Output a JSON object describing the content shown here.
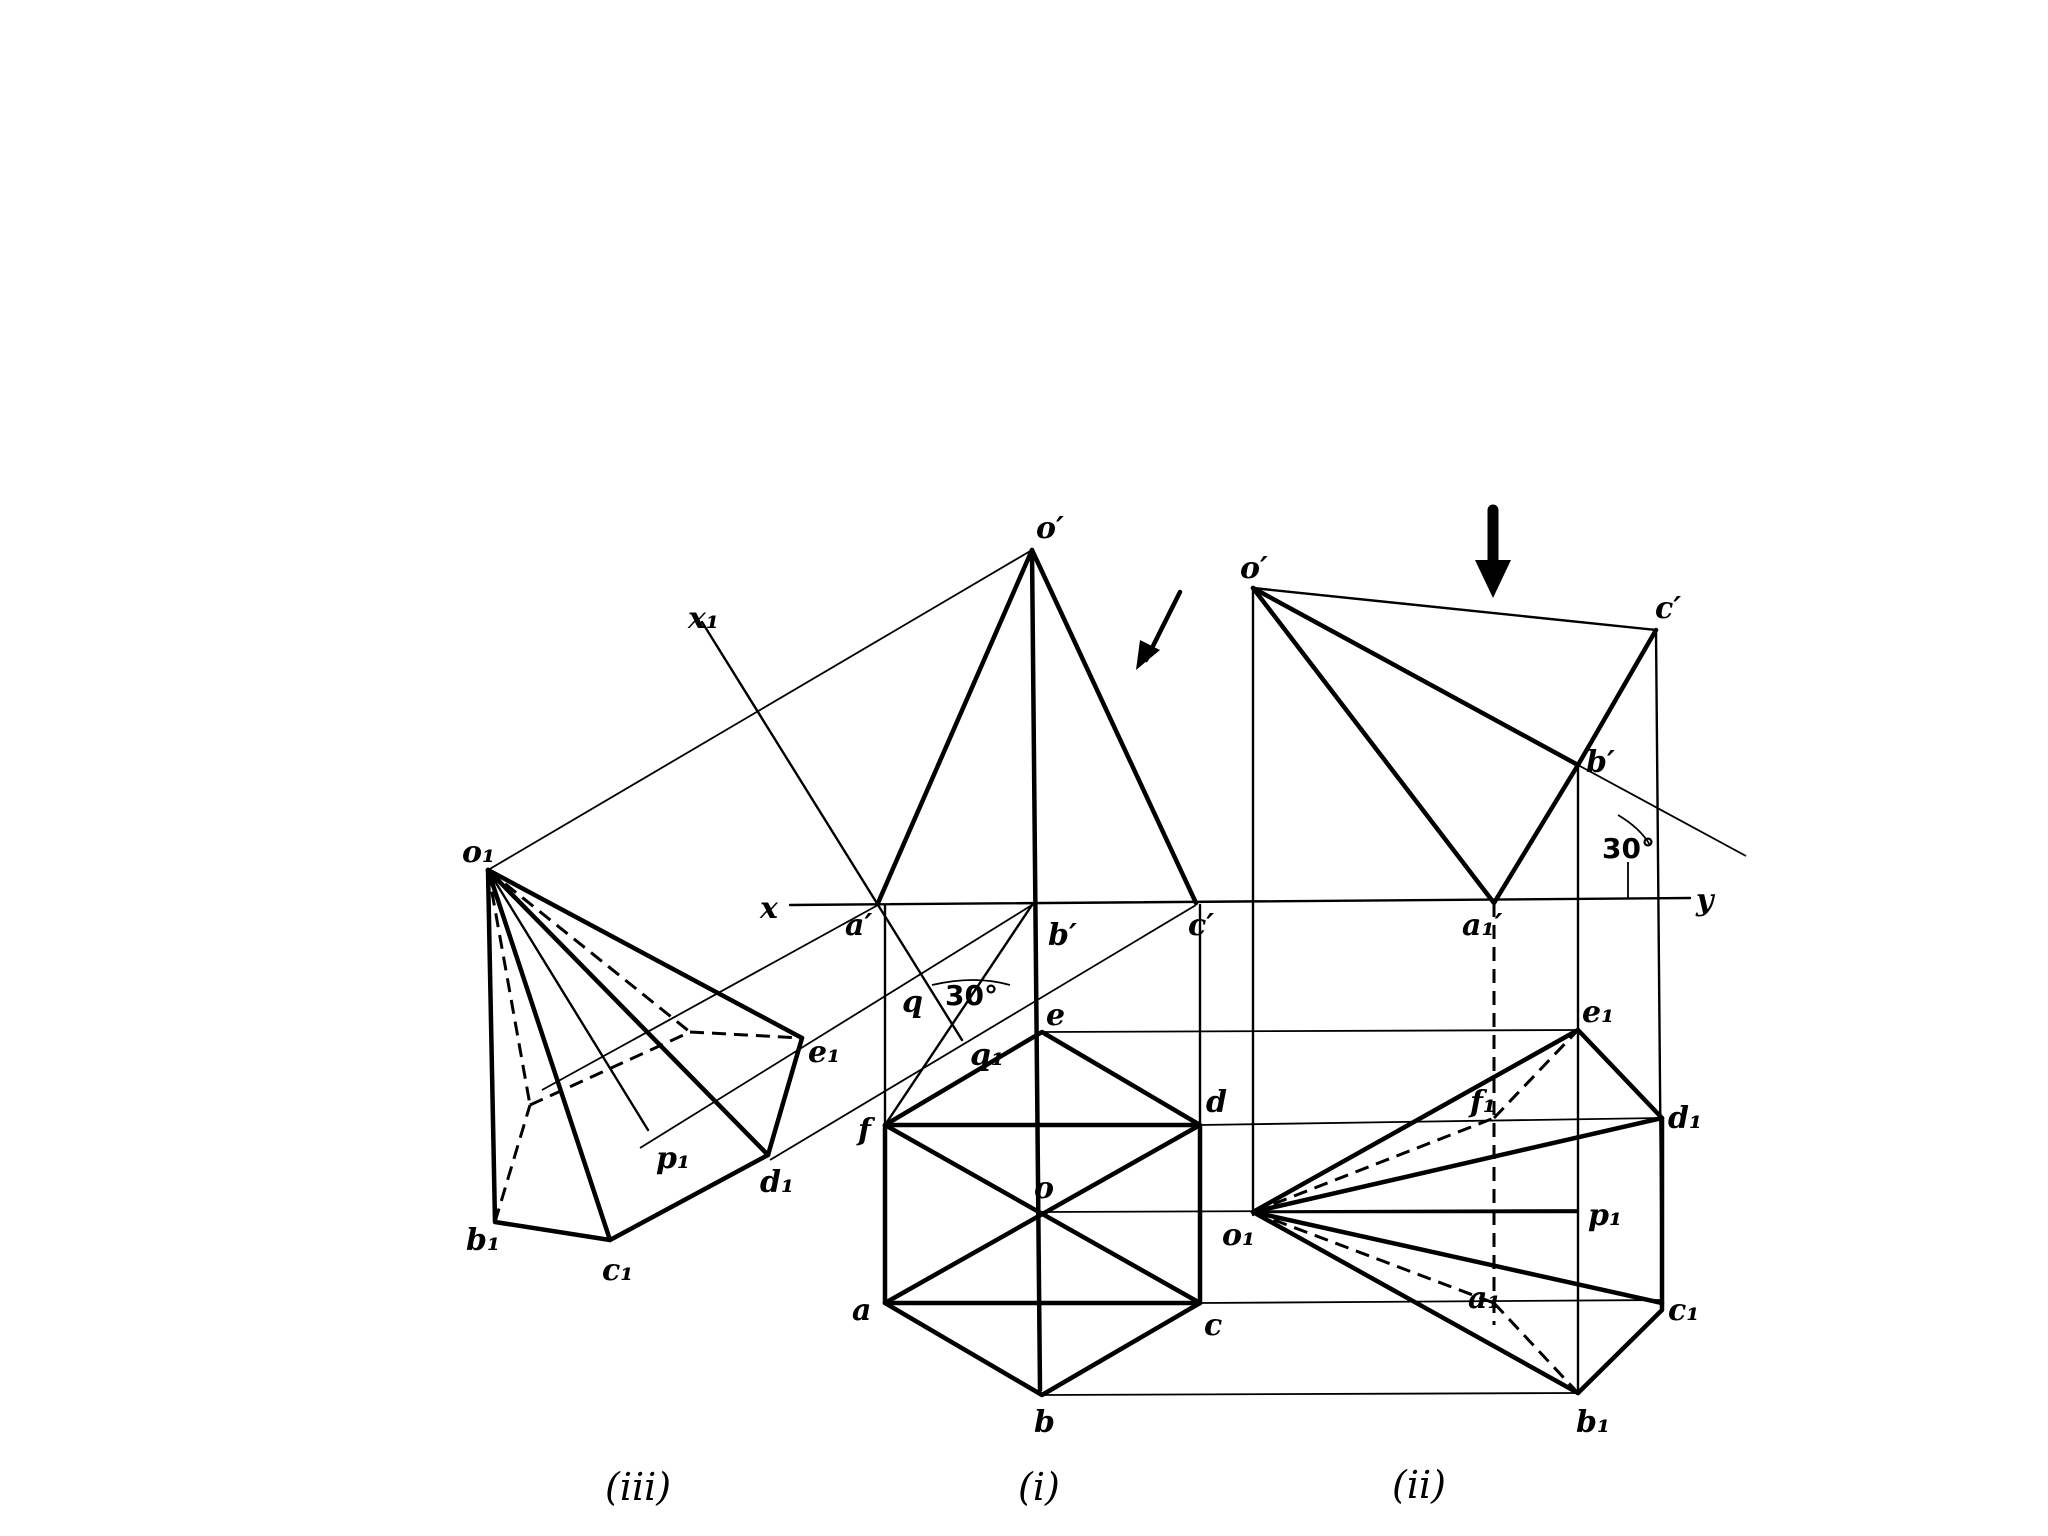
{
  "view_labels": {
    "iii": "(iii)",
    "i": "(i)",
    "ii": "(ii)"
  },
  "axis_labels": {
    "x": "x",
    "y": "y",
    "x1": "x₁"
  },
  "angle_labels": {
    "view_i": "30°",
    "view_ii": "30°"
  },
  "view_i_points": {
    "o_prime": "o′",
    "a_prime": "a′",
    "b_prime": "b′",
    "c_prime": "c′",
    "a": "a",
    "b": "b",
    "c": "c",
    "d": "d",
    "e": "e",
    "f": "f",
    "o": "o",
    "q": "q",
    "q1": "q₁"
  },
  "view_ii_points": {
    "o_prime": "o′",
    "c_prime": "c′",
    "b_prime": "b′",
    "a1_prime": "a₁′",
    "o1": "o₁",
    "a1": "a₁",
    "b1": "b₁",
    "c1": "c₁",
    "d1": "d₁",
    "e1": "e₁",
    "f1": "f₁",
    "p1": "p₁"
  },
  "view_iii_points": {
    "o1": "o₁",
    "b1": "b₁",
    "c1": "c₁",
    "d1": "d₁",
    "e1": "e₁",
    "p1": "p₁"
  }
}
